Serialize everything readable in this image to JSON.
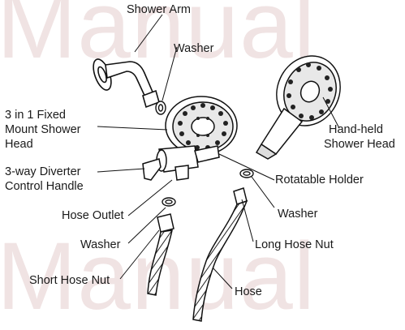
{
  "watermark": {
    "top": "Manual",
    "bottom": "Manual"
  },
  "labels": {
    "shower_arm": "Shower Arm",
    "washer_top": "Washer",
    "fixed_head_1": "3 in 1 Fixed",
    "fixed_head_2": "Mount Shower",
    "fixed_head_3": "Head",
    "diverter_1": "3-way Diverter",
    "diverter_2": "Control Handle",
    "hand_held_1": "Hand-held",
    "hand_held_2": "Shower Head",
    "rotatable_holder": "Rotatable Holder",
    "washer_right": "Washer",
    "hose_outlet": "Hose Outlet",
    "washer_left": "Washer",
    "long_hose_nut": "Long Hose Nut",
    "short_hose_nut": "Short Hose Nut",
    "hose": "Hose"
  }
}
